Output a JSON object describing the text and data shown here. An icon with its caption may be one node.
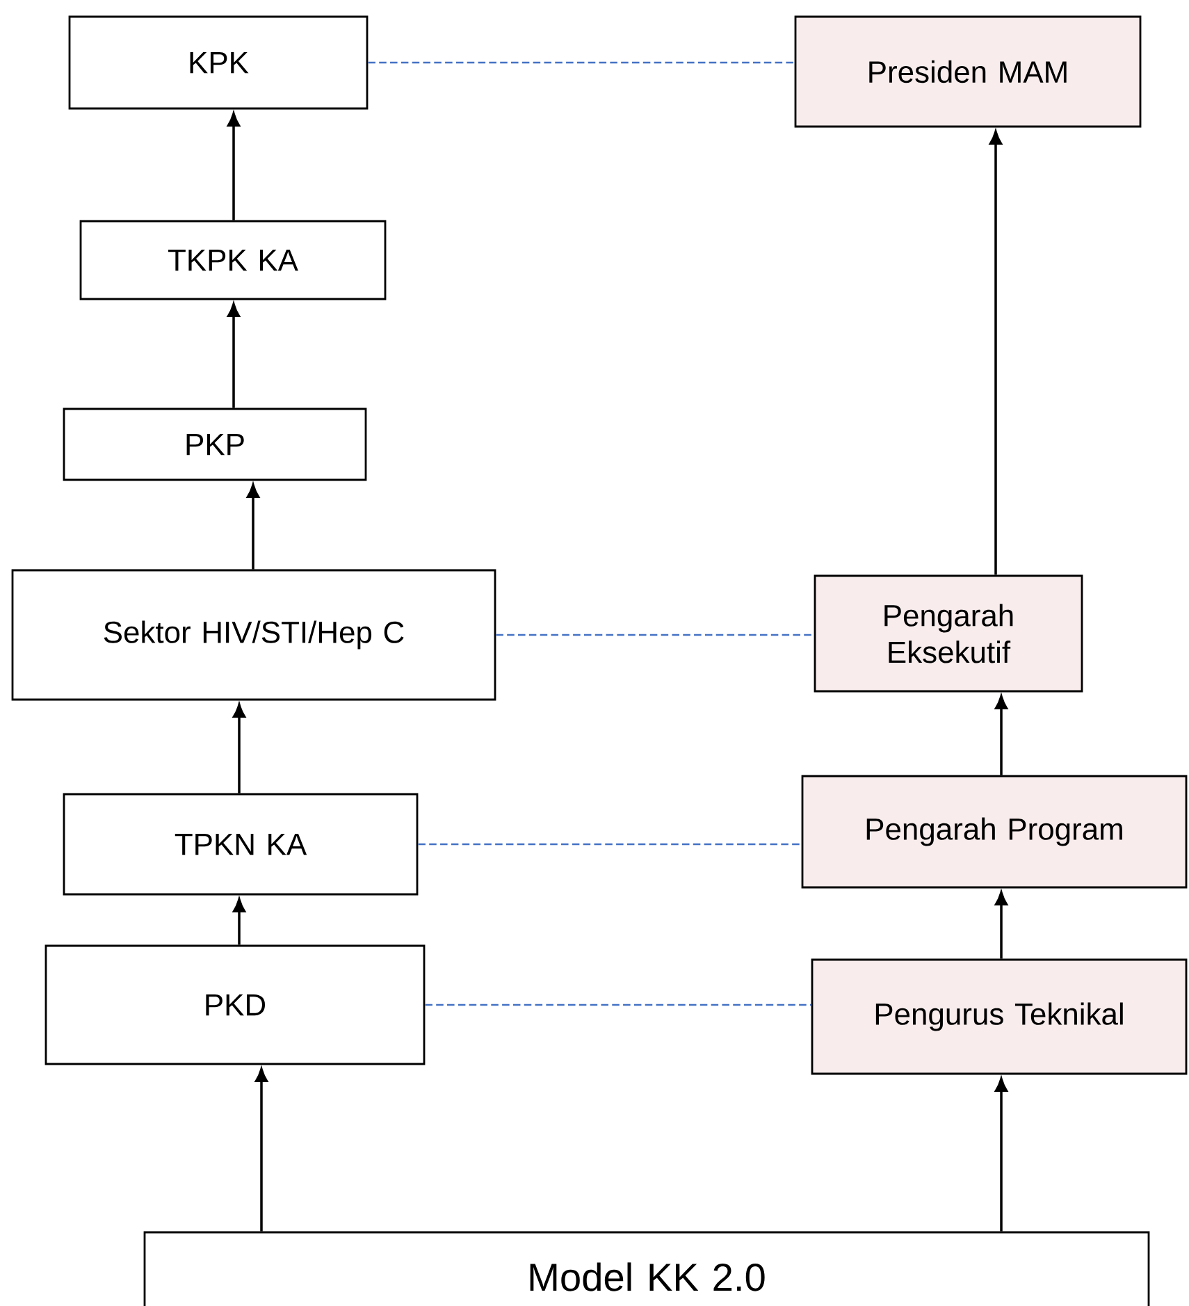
{
  "diagram": {
    "nodes": [
      {
        "text": [
          "KPK"
        ]
      },
      {
        "text": [
          "Presiden MAM"
        ]
      },
      {
        "text": [
          "TKPK KA"
        ]
      },
      {
        "text": [
          "PKP"
        ]
      },
      {
        "text": [
          "Sektor HIV/STI/Hep C"
        ]
      },
      {
        "text": [
          "Pengarah Eksekutif"
        ]
      },
      {
        "text": [
          "TPKN KA"
        ]
      },
      {
        "text": [
          "Pengarah Program"
        ]
      },
      {
        "text": [
          "PKD"
        ]
      },
      {
        "text": [
          "Pengurus Teknikal"
        ]
      },
      {
        "text": [
          "Model KK 2.0"
        ]
      }
    ],
    "edges": [
      {
        "from": 0,
        "to": 1,
        "arrow": "none",
        "style": "dashed",
        "color": "#4472c4"
      },
      {
        "from": 2,
        "to": 0,
        "arrow": "to"
      },
      {
        "from": 3,
        "to": 2,
        "arrow": "to"
      },
      {
        "from": 4,
        "to": 3,
        "arrow": "to"
      },
      {
        "from": 4,
        "to": 5,
        "arrow": "none",
        "style": "dashed",
        "color": "#4472c4"
      },
      {
        "from": 5,
        "to": 1,
        "arrow": "to"
      },
      {
        "from": 6,
        "to": 4,
        "arrow": "to"
      },
      {
        "from": 6,
        "to": 7,
        "arrow": "none",
        "style": "dashed",
        "color": "#4472c4"
      },
      {
        "from": 7,
        "to": 5,
        "arrow": "to"
      },
      {
        "from": 8,
        "to": 6,
        "arrow": "to"
      },
      {
        "from": 8,
        "to": 9,
        "arrow": "none",
        "style": "dashed",
        "color": "#4472c4"
      },
      {
        "from": 9,
        "to": 7,
        "arrow": "to"
      },
      {
        "from": 10,
        "to": 8,
        "arrow": "to"
      },
      {
        "from": 10,
        "to": 9,
        "arrow": "to"
      }
    ]
  }
}
